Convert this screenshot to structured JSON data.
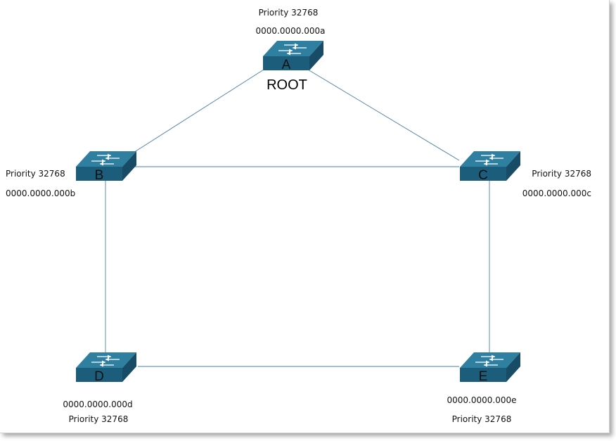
{
  "colors": {
    "switch_top": "#2f7fa1",
    "switch_front": "#1c5d7c",
    "switch_side": "#174b66",
    "link": "#4a7fa8"
  },
  "switches": {
    "A": {
      "letter": "A",
      "priority": "Priority 32768",
      "mac": "0000.0000.000a",
      "role": "ROOT"
    },
    "B": {
      "letter": "B",
      "priority": "Priority 32768",
      "mac": "0000.0000.000b"
    },
    "C": {
      "letter": "C",
      "priority": "Priority 32768",
      "mac": "0000.0000.000c"
    },
    "D": {
      "letter": "D",
      "priority": "Priority 32768",
      "mac": "0000.0000.000d"
    },
    "E": {
      "letter": "E",
      "priority": "Priority 32768",
      "mac": "0000.0000.000e"
    }
  },
  "links": [
    {
      "from": "A",
      "to": "B"
    },
    {
      "from": "A",
      "to": "C"
    },
    {
      "from": "B",
      "to": "C"
    },
    {
      "from": "B",
      "to": "D"
    },
    {
      "from": "C",
      "to": "E"
    },
    {
      "from": "D",
      "to": "E"
    }
  ]
}
